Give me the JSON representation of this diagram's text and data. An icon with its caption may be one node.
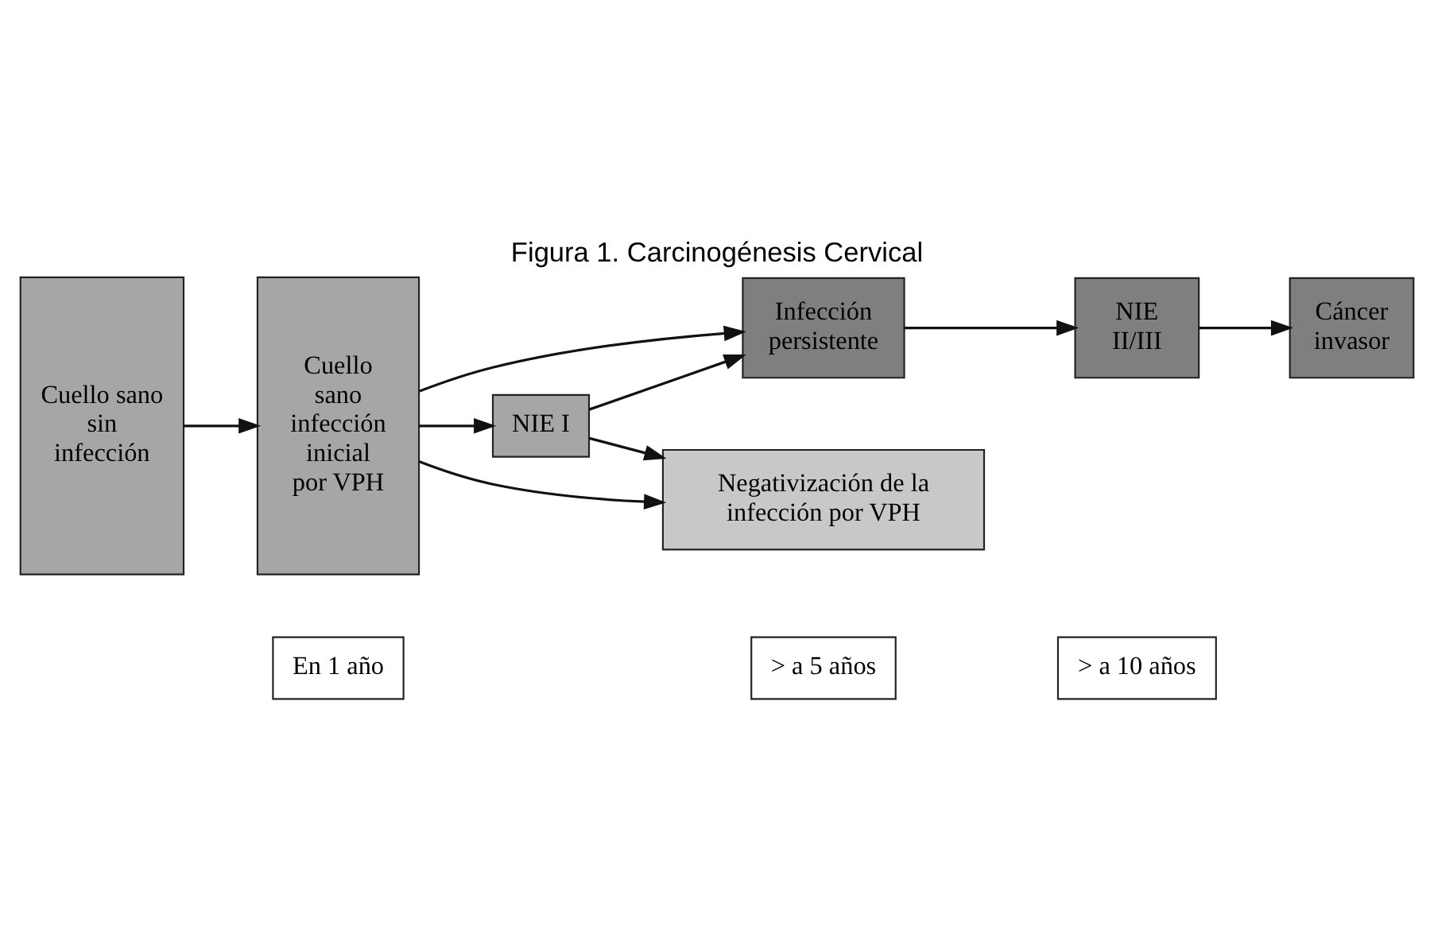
{
  "diagram": {
    "title": "Figura 1. Carcinogénesis Cervical",
    "nodes": [
      {
        "text": [
          "En 1 año"
        ]
      },
      {
        "text": [
          "> a 5 años"
        ]
      },
      {
        "text": [
          "> a 10 años"
        ]
      },
      {
        "text": [
          "Cuello sano sin infección"
        ]
      },
      {
        "text": [
          "Cuello sano infección inicial por VPH"
        ]
      },
      {
        "text": [
          "Infección persistente"
        ]
      },
      {
        "text": [
          "NIE II/III"
        ]
      },
      {
        "text": [
          "Cáncer invasor"
        ]
      },
      {
        "text": [
          "NIE I"
        ]
      },
      {
        "text": [
          "Negativización de la infección por VPH"
        ]
      }
    ],
    "edges": [
      {
        "from": 3,
        "to": 4,
        "arrow": "to"
      },
      {
        "from": 4,
        "to": 5,
        "arrow": "to"
      },
      {
        "from": 5,
        "to": 6,
        "arrow": "to"
      },
      {
        "from": 6,
        "to": 7,
        "arrow": "to"
      },
      {
        "from": 4,
        "to": 8,
        "arrow": "to"
      },
      {
        "from": 8,
        "to": 5,
        "arrow": "to"
      },
      {
        "from": 4,
        "to": 9,
        "arrow": "to"
      },
      {
        "from": 8,
        "to": 9,
        "arrow": "to"
      }
    ]
  }
}
